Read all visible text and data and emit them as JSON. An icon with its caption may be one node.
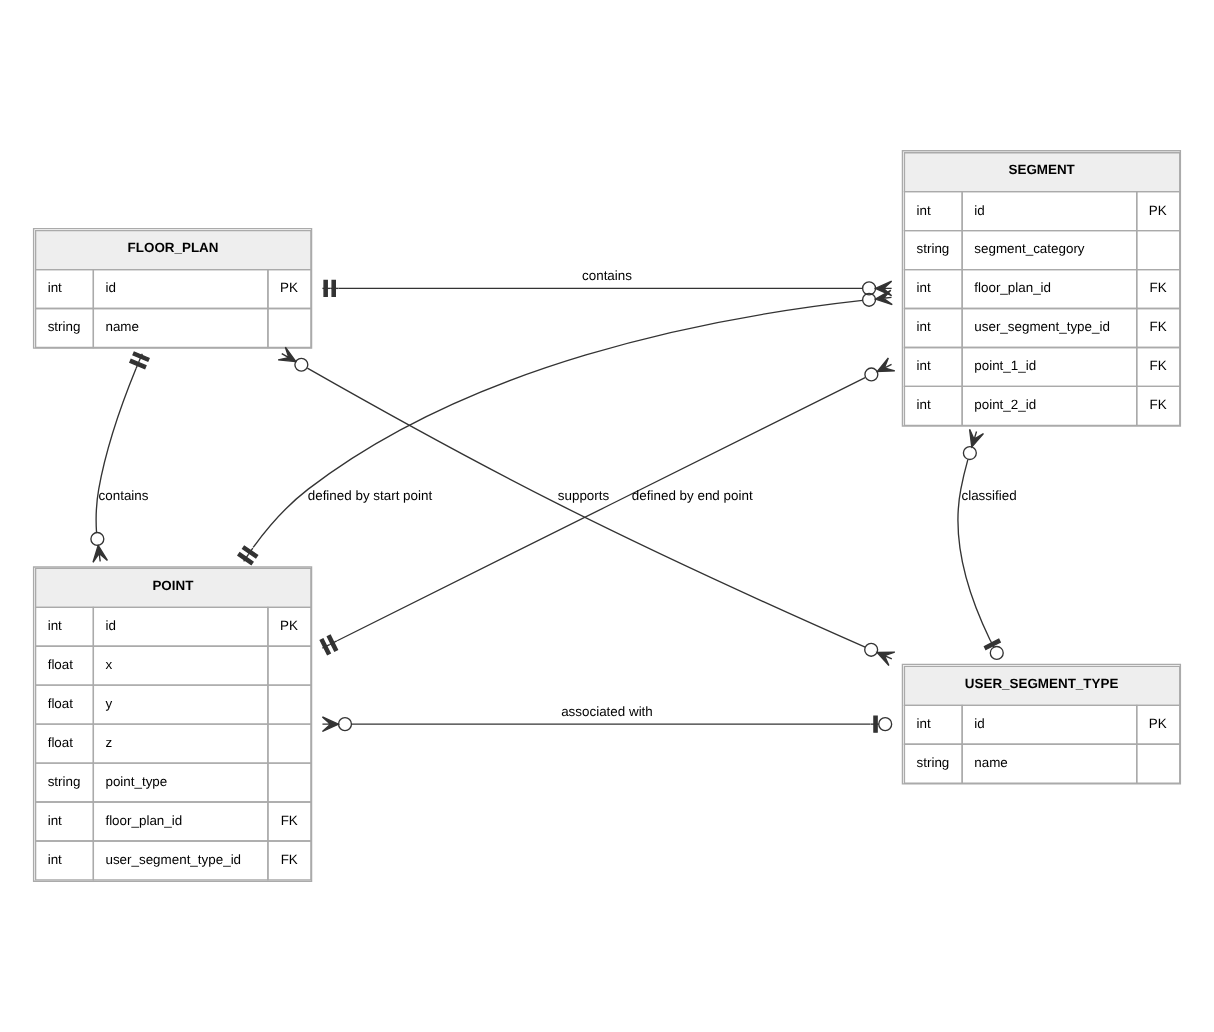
{
  "diagram": {
    "nodes": [
      {
        "text": [
          "FLOOR_PLAN",
          "int",
          "id",
          "PK",
          "string",
          "name"
        ]
      },
      {
        "text": [
          "SEGMENT",
          "int",
          "id",
          "PK",
          "string",
          "segment_category",
          "int",
          "floor_plan_id",
          "FK",
          "int",
          "user_segment_type_id",
          "FK",
          "int",
          "point_1_id",
          "FK",
          "int",
          "point_2_id",
          "FK"
        ]
      },
      {
        "text": [
          "POINT",
          "int",
          "id",
          "PK",
          "float",
          "x",
          "float",
          "y",
          "float",
          "z",
          "string",
          "point_type",
          "int",
          "floor_plan_id",
          "FK",
          "int",
          "user_segment_type_id",
          "FK"
        ]
      },
      {
        "text": [
          "USER_SEGMENT_TYPE",
          "int",
          "id",
          "PK",
          "string",
          "name"
        ]
      }
    ],
    "edges": [
      {
        "from": 0,
        "to": 1,
        "arrow": "other",
        "label": "contains"
      },
      {
        "from": 0,
        "to": 2,
        "arrow": "other",
        "label": "contains"
      },
      {
        "from": 2,
        "to": 1,
        "arrow": "other",
        "label": "defined by start point"
      },
      {
        "from": 2,
        "to": 1,
        "arrow": "other",
        "label": "defined by end point"
      },
      {
        "from": 3,
        "to": 1,
        "arrow": "other",
        "label": "classified"
      },
      {
        "from": 3,
        "to": 2,
        "arrow": "other",
        "label": "associated with"
      },
      {
        "from": 3,
        "to": 0,
        "arrow": "other",
        "label": "supports"
      }
    ]
  }
}
